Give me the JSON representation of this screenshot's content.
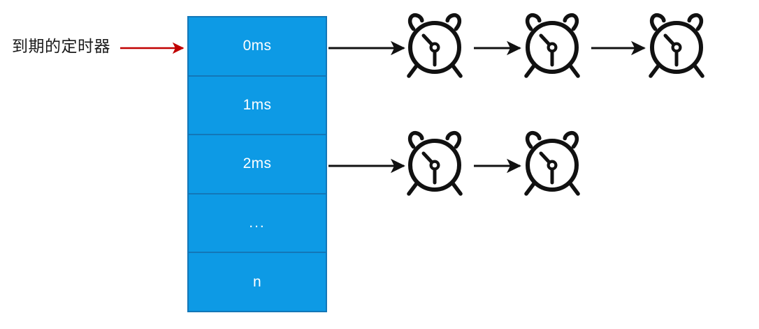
{
  "diagram": {
    "title": "到期的定时器 timer bucket diagram",
    "background_color": "#ffffff",
    "source_label": "到期的定时器",
    "label_arrow": {
      "name": "red-arrow",
      "color": "#c00000",
      "direction": "right"
    },
    "bucket_column": {
      "name": "timer-bucket-column",
      "fill_color": "#0d9ae5",
      "border_color": "#1377b8",
      "text_color": "#ffffff",
      "cells": [
        {
          "label": "0ms"
        },
        {
          "label": "1ms"
        },
        {
          "label": "2ms"
        },
        {
          "label": "..."
        },
        {
          "label": "n"
        }
      ]
    },
    "arrow_color": "#111111",
    "clock_color": "#111111",
    "chains": [
      {
        "name": "timer-chain-0ms",
        "from_cell": "0ms",
        "clock_count": 3,
        "clocks": [
          {
            "name": "alarm-clock-icon"
          },
          {
            "name": "alarm-clock-icon"
          },
          {
            "name": "alarm-clock-icon"
          }
        ]
      },
      {
        "name": "timer-chain-2ms",
        "from_cell": "2ms",
        "clock_count": 2,
        "clocks": [
          {
            "name": "alarm-clock-icon"
          },
          {
            "name": "alarm-clock-icon"
          }
        ]
      }
    ]
  }
}
